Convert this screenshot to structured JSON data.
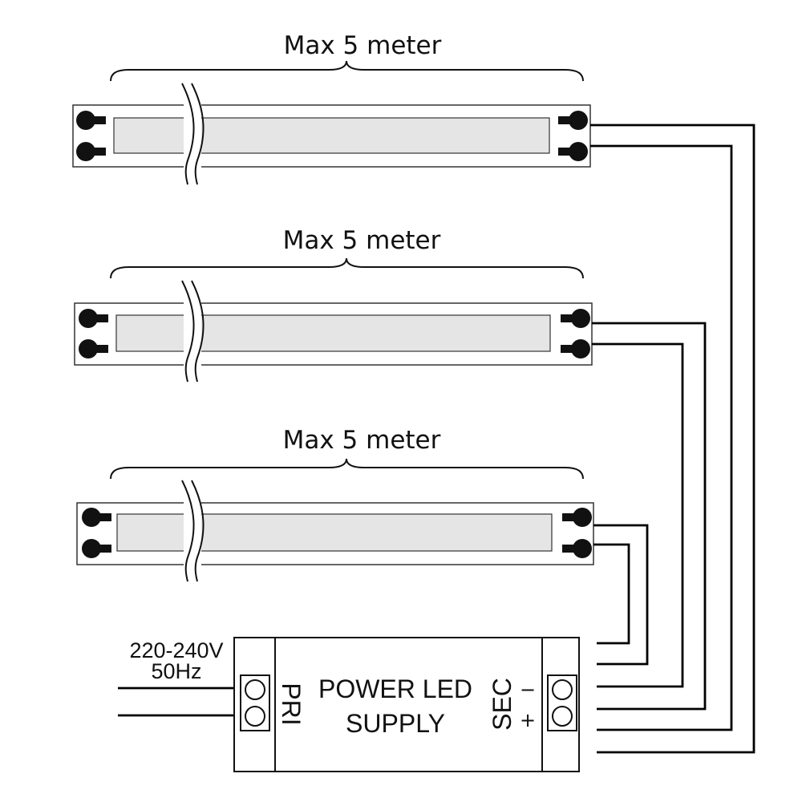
{
  "strips": [
    {
      "length_label": "Max 5 meter"
    },
    {
      "length_label": "Max 5 meter"
    },
    {
      "length_label": "Max 5 meter"
    }
  ],
  "input": {
    "voltage": "220-240V",
    "frequency": "50Hz"
  },
  "power_supply": {
    "line1": "POWER LED",
    "line2": "SUPPLY",
    "primary_label": "PRI",
    "secondary_label": "SEC",
    "minus_sign": "−",
    "plus_sign": "+"
  },
  "colors": {
    "line": "#000000",
    "strip_led_fill": "#e5e5e5"
  }
}
